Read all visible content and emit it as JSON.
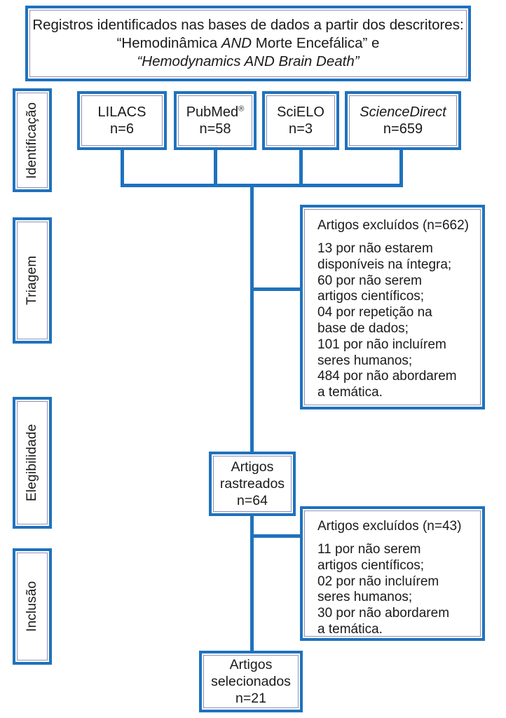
{
  "diagram": {
    "title": "PRISMA study selection flowchart",
    "accent_color": "#1f72bd",
    "inner_rule_color": "#8e8fb5",
    "background": "#ffffff"
  },
  "header": {
    "line1": "Registros identificados nas bases de dados a partir dos descritores:",
    "line2_part1": "“Hemodinâmica ",
    "line2_and": "AND",
    "line2_part2": " Morte Encefálica” e",
    "line3": "“Hemodynamics AND Brain Death”"
  },
  "stages": [
    {
      "id": "identificacao",
      "label": "Identificação"
    },
    {
      "id": "triagem",
      "label": "Triagem"
    },
    {
      "id": "elegibilidade",
      "label": "Elegibilidade"
    },
    {
      "id": "inclusao",
      "label": "Inclusão"
    }
  ],
  "databases": [
    {
      "id": "lilacs",
      "name": "LILACS",
      "count_label": "n=6",
      "count": 6,
      "italic": false,
      "registered_mark": false
    },
    {
      "id": "pubmed",
      "name": "PubMed",
      "count_label": "n=58",
      "count": 58,
      "italic": false,
      "registered_mark": true
    },
    {
      "id": "scielo",
      "name": "SciELO",
      "count_label": "n=3",
      "count": 3,
      "italic": false,
      "registered_mark": false
    },
    {
      "id": "sciencedirect",
      "name": "ScienceDirect",
      "count_label": "n=659",
      "count": 659,
      "italic": true,
      "registered_mark": false
    }
  ],
  "excluded_1": {
    "title": "Artigos excluídos (n=662)",
    "total": 662,
    "reasons": [
      {
        "line1": "13 por não estarem",
        "line2": "disponíveis na íntegra;"
      },
      {
        "line1": "60 por não serem",
        "line2": "artigos científicos;"
      },
      {
        "line1": "04 por repetição na",
        "line2": "base de dados;"
      },
      {
        "line1": "101 por não incluírem",
        "line2": "seres humanos;"
      },
      {
        "line1": "484 por não abordarem",
        "line2": "a temática."
      }
    ]
  },
  "excluded_2": {
    "title": "Artigos excluídos (n=43)",
    "total": 43,
    "reasons": [
      {
        "line1": "11 por não serem",
        "line2": "artigos científicos;"
      },
      {
        "line1": "02 por não incluírem",
        "line2": "seres humanos;"
      },
      {
        "line1": "30 por não abordarem",
        "line2": "a temática."
      }
    ]
  },
  "screened": {
    "line1": "Artigos",
    "line2": "rastreados",
    "count_label": "n=64",
    "count": 64
  },
  "selected": {
    "line1": "Artigos",
    "line2": "selecionados",
    "count_label": "n=21",
    "count": 21
  }
}
